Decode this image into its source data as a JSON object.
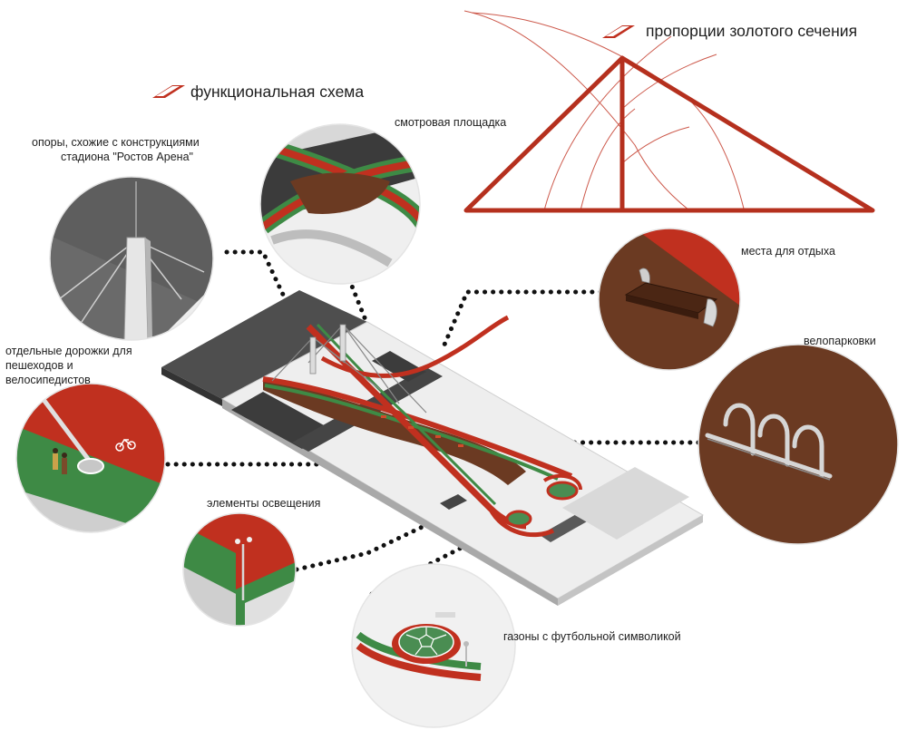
{
  "headers": {
    "functional": "функциональная схема",
    "golden": "пропорции золотого сечения"
  },
  "labels": {
    "observation": "смотровая площадка",
    "supports_1": "опоры, схожие с конструкциями",
    "supports_2": "стадиона \"Ростов Арена\"",
    "rest": "места для отдыха",
    "bikes": "велопарковки",
    "paths_1": "отдельные дорожки для",
    "paths_2": "пешеходов и",
    "paths_3": "велосипедистов",
    "lighting": "элементы освещения",
    "lawns": "газоны с футбольной символикой"
  },
  "colors": {
    "accent": "#c0301f",
    "path_green": "#3e8a45",
    "deck_brown": "#6b3a22",
    "slab_gray": "#5a5a5a",
    "road_dark": "#4a4a4a"
  },
  "icons": [
    "red-parallelogram-icon",
    "bicycle-icon"
  ]
}
